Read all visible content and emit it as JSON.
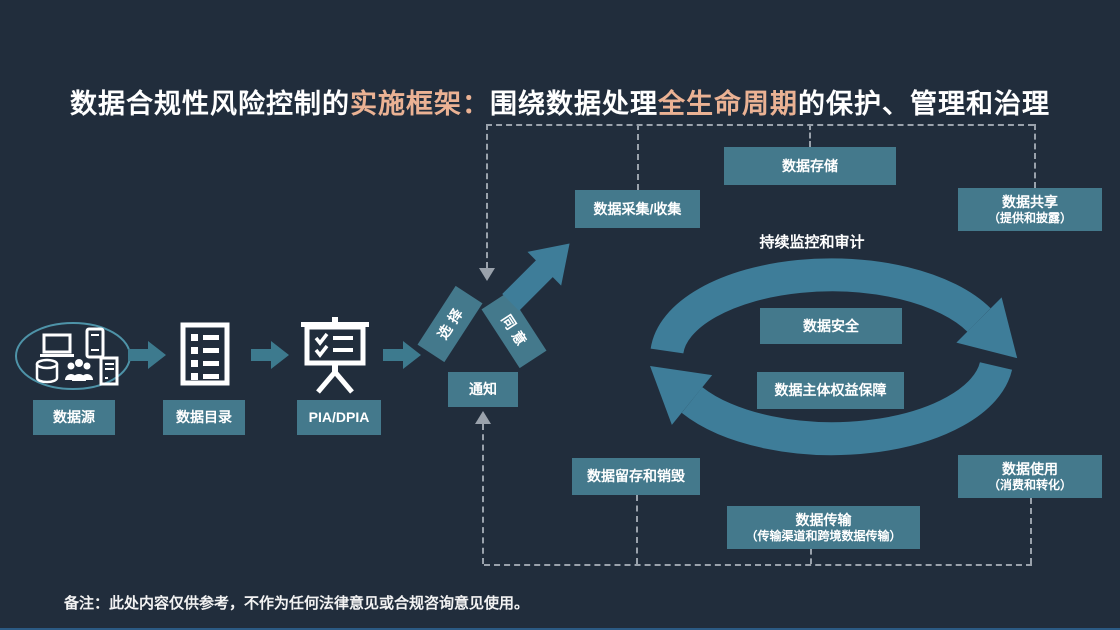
{
  "colors": {
    "background": "#212D3C",
    "box_teal": "#44798C",
    "arc_teal": "#3E7D99",
    "arrow_teal": "#3D7A8E",
    "accent_salmon": "#EBB294",
    "dash_gray": "#9AA2AC",
    "icon_white": "#FFFFFF"
  },
  "title": {
    "segments": [
      {
        "text": "数据合规性风险控制的",
        "color": "#FFFFFF"
      },
      {
        "text": "实施框架：",
        "color": "#EBB294"
      },
      {
        "text": "围绕数据处理",
        "color": "#FFFFFF"
      },
      {
        "text": "全生命周期",
        "color": "#EBB294"
      },
      {
        "text": "的保护、管理和治理",
        "color": "#FFFFFF"
      }
    ]
  },
  "pipeline": {
    "steps": [
      {
        "label": "数据源",
        "icon": "data-sources-icon"
      },
      {
        "label": "数据目录",
        "icon": "data-catalog-icon"
      },
      {
        "label": "PIA/DPIA",
        "icon": "assessment-board-icon"
      }
    ]
  },
  "gates": {
    "choice": "选择",
    "consent": "同意",
    "notice": "通知"
  },
  "lifecycle": {
    "monitor_label": "持续监控和审计",
    "stages": [
      {
        "label": "数据采集/收集",
        "sublabel": ""
      },
      {
        "label": "数据存储",
        "sublabel": ""
      },
      {
        "label": "数据共享",
        "sublabel": "（提供和披露）"
      },
      {
        "label": "数据使用",
        "sublabel": "（消费和转化）"
      },
      {
        "label": "数据传输",
        "sublabel": "（传输渠道和跨境数据传输）"
      },
      {
        "label": "数据留存和销毁",
        "sublabel": ""
      }
    ],
    "core_boxes": [
      {
        "label": "数据安全"
      },
      {
        "label": "数据主体权益保障"
      }
    ]
  },
  "footer": {
    "note": "备注：此处内容仅供参考，不作为任何法律意见或合规咨询意见使用。"
  }
}
